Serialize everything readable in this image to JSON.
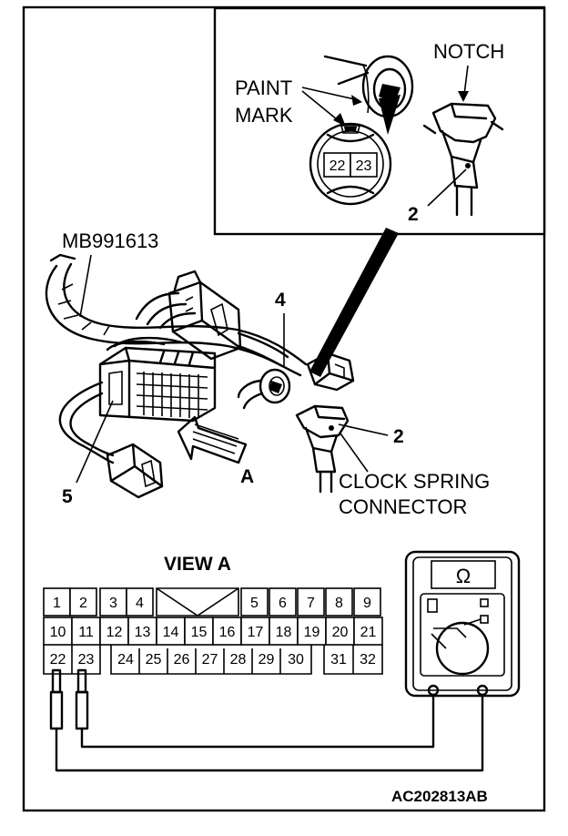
{
  "inset": {
    "paint_mark_label_line1": "PAINT",
    "paint_mark_label_line2": "MARK",
    "notch_label": "NOTCH",
    "front_pins": [
      "22",
      "23"
    ],
    "connector_callout": "2"
  },
  "harness": {
    "tool_label": "MB991613",
    "callout_4": "4",
    "callout_2": "2",
    "callout_5": "5",
    "view_arrow_label": "A",
    "clock_spring_line1": "CLOCK SPRING",
    "clock_spring_line2": "CONNECTOR"
  },
  "view_a": {
    "title": "VIEW A",
    "row1": [
      "1",
      "2",
      "3",
      "4",
      "5",
      "6",
      "7",
      "8",
      "9"
    ],
    "row2": [
      "10",
      "11",
      "12",
      "13",
      "14",
      "15",
      "16",
      "17",
      "18",
      "19",
      "20",
      "21"
    ],
    "row3_left": [
      "22",
      "23"
    ],
    "row3_mid": [
      "24",
      "25",
      "26",
      "27",
      "28",
      "29",
      "30"
    ],
    "row3_right": [
      "31",
      "32"
    ]
  },
  "meter": {
    "symbol": "Ω"
  },
  "figure_code": "AC202813AB"
}
